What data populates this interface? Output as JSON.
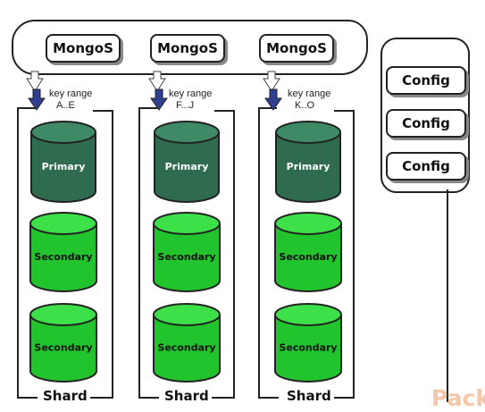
{
  "routers": [
    {
      "label": "MongoS"
    },
    {
      "label": "MongoS"
    },
    {
      "label": "MongoS"
    }
  ],
  "config_servers": [
    {
      "label": "Config"
    },
    {
      "label": "Config"
    },
    {
      "label": "Config"
    }
  ],
  "shards": [
    {
      "label": "Shard",
      "key_range_label": "key range",
      "key_range": "A..E",
      "primary": "Primary",
      "secondaries": [
        "Secondary",
        "Secondary"
      ]
    },
    {
      "label": "Shard",
      "key_range_label": "key range",
      "key_range": "F...J",
      "primary": "Primary",
      "secondaries": [
        "Secondary",
        "Secondary"
      ]
    },
    {
      "label": "Shard",
      "key_range_label": "key range",
      "key_range": "K..O",
      "primary": "Primary",
      "secondaries": [
        "Secondary",
        "Secondary"
      ]
    }
  ],
  "watermark": "Pack",
  "colors": {
    "primary": "#2e6b4f",
    "primary_top": "#3f8a66",
    "secondary": "#21c42c",
    "secondary_top": "#3ee04a",
    "arrow_up": "#ffffff",
    "arrow_down": "#2f3f8f"
  }
}
